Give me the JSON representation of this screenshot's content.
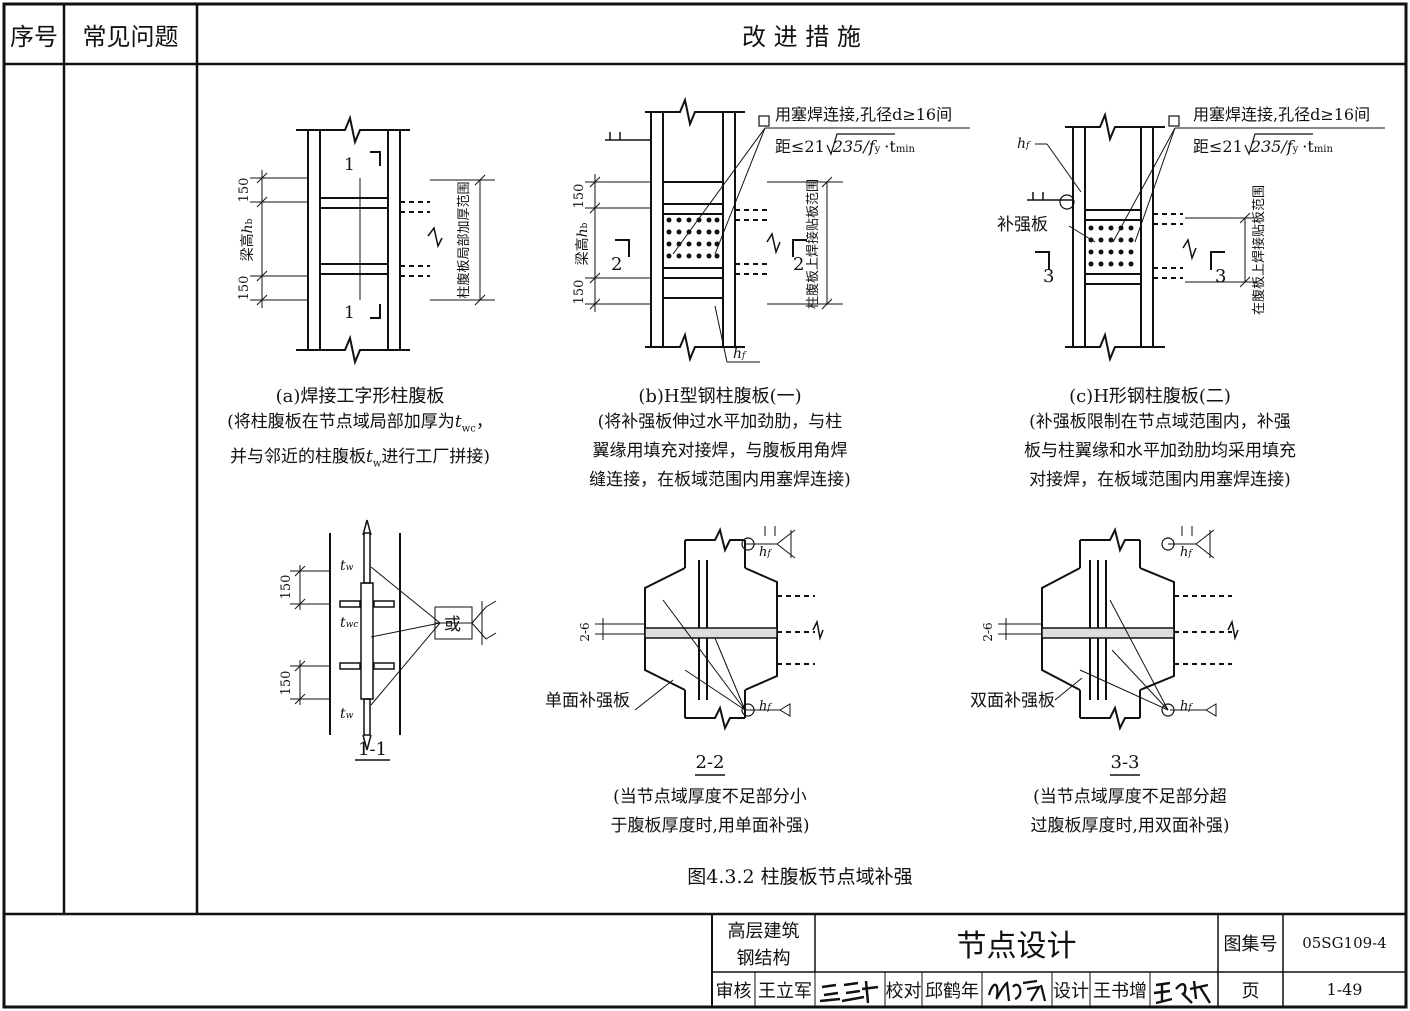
{
  "header": {
    "col_index": "序号",
    "col_problem": "常见问题",
    "col_measure": "改 进 措 施"
  },
  "figures": {
    "a": {
      "title": "(a)焊接工字形柱腹板",
      "note_line1": "(将柱腹板在节点域局部加厚为",
      "note_sym1": "t",
      "note_sub1": "wc",
      "note_line1_end": "，",
      "note_line2a": "并与邻近的柱腹板",
      "note_sym2": "t",
      "note_sub2": "w",
      "note_line2b": "进行工厂拼接)",
      "dim_top": "150",
      "dim_bottom": "150",
      "beam_height": "梁高",
      "beam_sym": "h",
      "beam_sub": "b",
      "range_label": "柱腹板局部加厚范围",
      "sec_mark_top": "1",
      "sec_mark_bottom": "1"
    },
    "b": {
      "title": "(b)H型钢柱腹板(一)",
      "note": "(将补强板伸过水平加劲肋，与柱\n翼缘用填充对接焊，与腹板用角焊\n缝连接，在板域范围内用塞焊连接)",
      "callout_line1": "用塞焊连接,孔径d≥16间",
      "callout_line2_pre": "距≤21",
      "callout_sqrt": "235/f",
      "callout_sqrt_sub": "y",
      "callout_line2_post": "·t",
      "callout_tmin_sub": "min",
      "dim_top": "150",
      "dim_bottom": "150",
      "beam_height": "梁高",
      "beam_sym": "h",
      "beam_sub": "b",
      "range_label": "柱腹板上焊接贴板范围",
      "sec_mark": "2",
      "hf": "h",
      "hf_sub": "f"
    },
    "c": {
      "title": "(c)H形钢柱腹板(二)",
      "note": "(补强板限制在节点域范围内，补强\n板与柱翼缘和水平加劲肋均采用填充\n对接焊，在板域范围内用塞焊连接)",
      "callout_line1": "用塞焊连接,孔径d≥16间",
      "callout_line2_pre": "距≤21",
      "callout_sqrt": "235/f",
      "callout_sqrt_sub": "y",
      "callout_line2_post": "·t",
      "callout_tmin_sub": "min",
      "plate_label": "补强板",
      "range_label": "在腹板上焊接贴板范围",
      "sec_mark": "3",
      "hf": "h",
      "hf_sub": "f"
    },
    "s11": {
      "label": "1-1",
      "dim_top": "150",
      "dim_bottom": "150",
      "tw_top": "t",
      "tw_top_sub": "w",
      "twc": "t",
      "twc_sub": "wc",
      "tw_bottom": "t",
      "tw_bottom_sub": "w",
      "or_label": "或"
    },
    "s22": {
      "label": "2-2",
      "gap": "2-6",
      "plate_label": "单面补强板",
      "hf": "h",
      "hf_sub": "f",
      "note": "(当节点域厚度不足部分小\n于腹板厚度时,用单面补强)"
    },
    "s33": {
      "label": "3-3",
      "gap": "2-6",
      "plate_label": "双面补强板",
      "hf": "h",
      "hf_sub": "f",
      "note": "(当节点域厚度不足部分超\n过腹板厚度时,用双面补强)"
    },
    "caption": "图4.3.2 柱腹板节点域补强"
  },
  "title_block": {
    "series_line1": "高层建筑",
    "series_line2": "钢结构",
    "title": "节点设计",
    "atlas_label": "图集号",
    "atlas_no": "05SG109-4",
    "review_label": "审核",
    "reviewer": "王立军",
    "check_label": "校对",
    "checker": "邱鹤年",
    "design_label": "设计",
    "designer": "王书增",
    "page_label": "页",
    "page_no": "1-49"
  }
}
